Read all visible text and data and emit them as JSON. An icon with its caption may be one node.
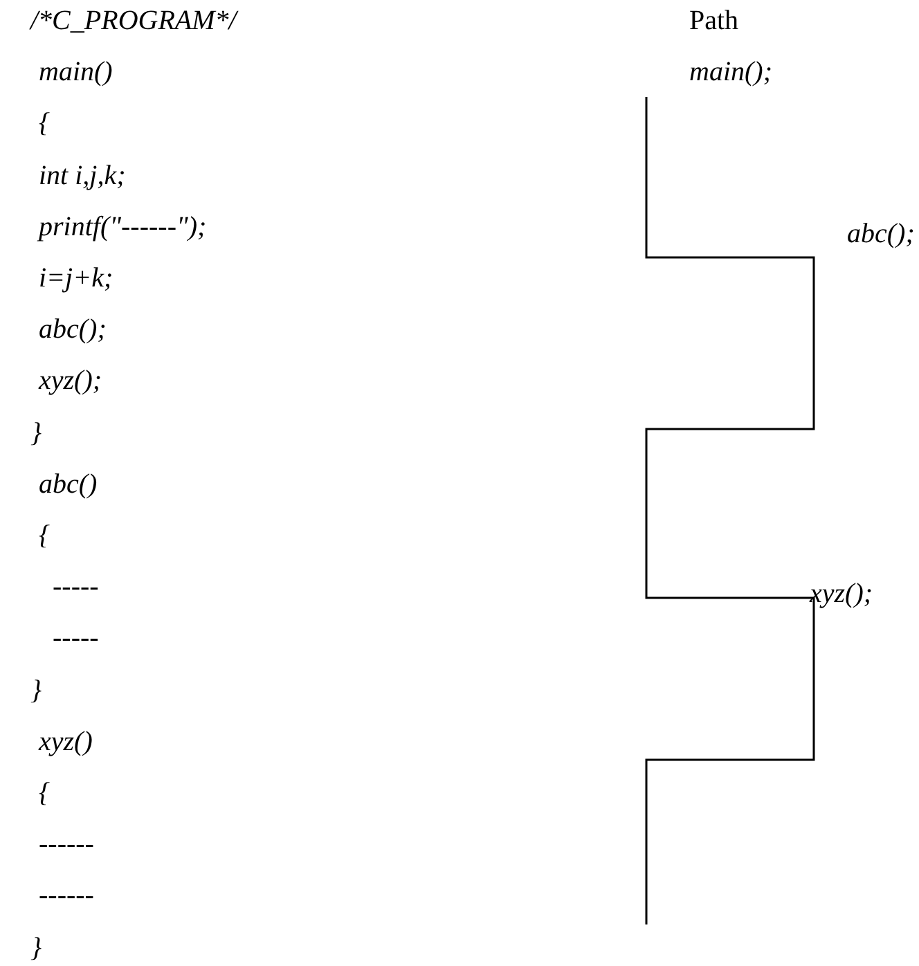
{
  "diagram": {
    "labels": [
      "/*C_PROGRAM*/",
      "main()",
      "{",
      "int i,j,k;",
      "printf(\"------\");",
      "i=j+k;",
      "abc();",
      "xyz();",
      "}",
      "abc()",
      "{",
      "-----",
      "-----",
      "}",
      "xyz()",
      "{",
      "------",
      "------",
      "}",
      "Path",
      "main();",
      "abc();",
      "xyz();"
    ]
  }
}
